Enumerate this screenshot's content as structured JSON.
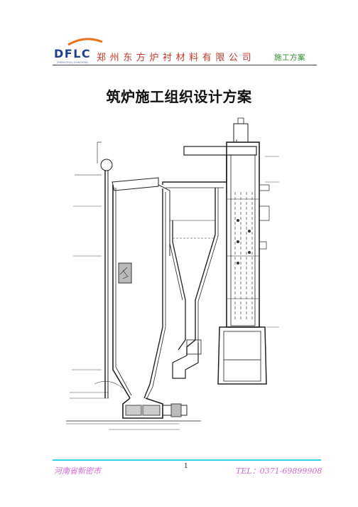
{
  "header": {
    "logo_text": "DFLC",
    "logo_subtext": "ZHENGZHOU DONGFANG",
    "company_name": "郑州东方炉衬材料有限公司",
    "doc_type": "施工方案"
  },
  "title": "筑炉施工组织设计方案",
  "footer": {
    "page_number": "1",
    "location": "河南省新密市",
    "phone": "TEL：0371-69899908"
  },
  "colors": {
    "company_red": "#c0392b",
    "doc_type_green": "#2e8b2e",
    "logo_blue": "#1f3f8f",
    "logo_swoosh_orange": "#e8731a",
    "footer_rule_cyan": "#2ed3e6",
    "footer_text_magenta": "#d26ad2"
  }
}
